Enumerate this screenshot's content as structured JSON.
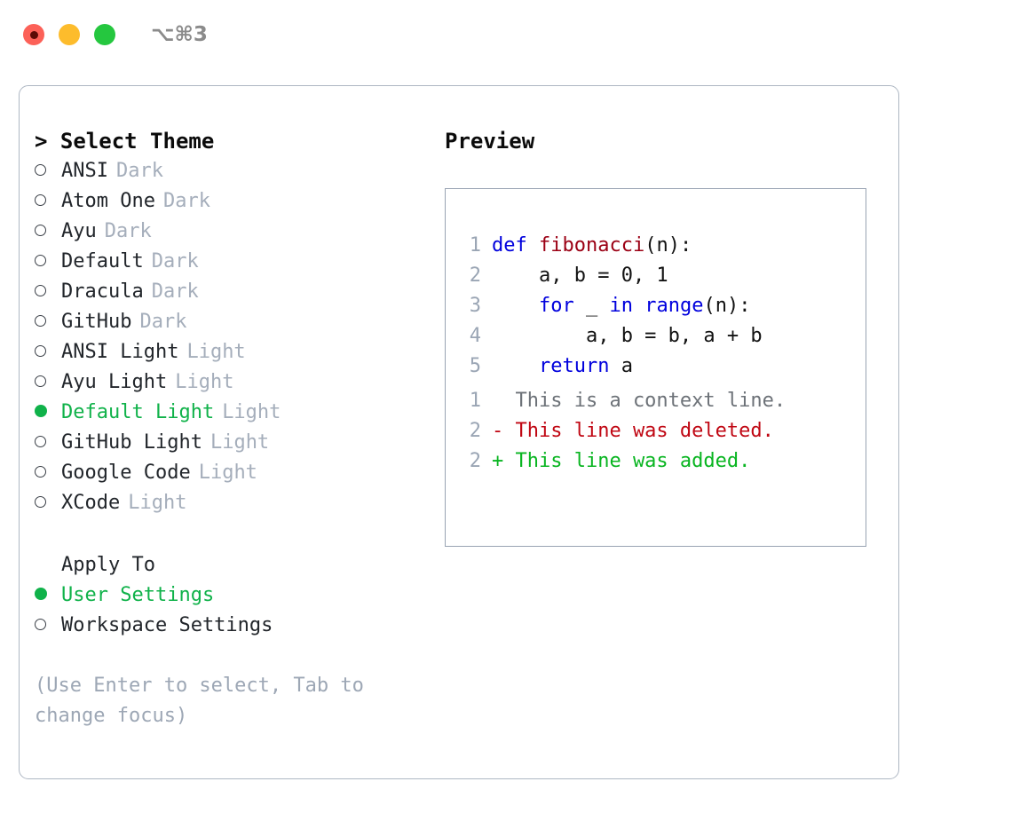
{
  "window": {
    "shortcut": "⌥⌘3",
    "traffic_lights": [
      {
        "name": "close-button",
        "color": "#fc6158"
      },
      {
        "name": "minimize-button",
        "color": "#fdbc2c"
      },
      {
        "name": "maximize-button",
        "color": "#25c73f"
      }
    ]
  },
  "theme_selector": {
    "header": "> Select Theme",
    "options": [
      {
        "name": "ANSI",
        "category": "Dark",
        "selected": false
      },
      {
        "name": "Atom One",
        "category": "Dark",
        "selected": false
      },
      {
        "name": "Ayu",
        "category": "Dark",
        "selected": false
      },
      {
        "name": "Default",
        "category": "Dark",
        "selected": false
      },
      {
        "name": "Dracula",
        "category": "Dark",
        "selected": false
      },
      {
        "name": "GitHub",
        "category": "Dark",
        "selected": false
      },
      {
        "name": "ANSI Light",
        "category": "Light",
        "selected": false
      },
      {
        "name": "Ayu Light",
        "category": "Light",
        "selected": false
      },
      {
        "name": "Default Light",
        "category": "Light",
        "selected": true
      },
      {
        "name": "GitHub Light",
        "category": "Light",
        "selected": false
      },
      {
        "name": "Google Code",
        "category": "Light",
        "selected": false
      },
      {
        "name": "XCode",
        "category": "Light",
        "selected": false
      }
    ]
  },
  "apply_to": {
    "header": "Apply To",
    "options": [
      {
        "name": "User Settings",
        "selected": true
      },
      {
        "name": "Workspace Settings",
        "selected": false
      }
    ]
  },
  "hint": "(Use Enter to select, Tab to change focus)",
  "preview": {
    "title": "Preview",
    "code_lines": [
      {
        "no": "1",
        "tokens": [
          {
            "t": "def ",
            "k": "kw"
          },
          {
            "t": "fibonacci",
            "k": "fn"
          },
          {
            "t": "(n):",
            "k": "plain"
          }
        ]
      },
      {
        "no": "2",
        "tokens": [
          {
            "t": "    a, b = 0, 1",
            "k": "plain"
          }
        ]
      },
      {
        "no": "3",
        "tokens": [
          {
            "t": "    ",
            "k": "plain"
          },
          {
            "t": "for",
            "k": "kw"
          },
          {
            "t": " _ ",
            "k": "plain"
          },
          {
            "t": "in",
            "k": "kw"
          },
          {
            "t": " ",
            "k": "plain"
          },
          {
            "t": "range",
            "k": "kw"
          },
          {
            "t": "(n):",
            "k": "plain"
          }
        ]
      },
      {
        "no": "4",
        "tokens": [
          {
            "t": "        a, b = b, a + b",
            "k": "plain"
          }
        ]
      },
      {
        "no": "5",
        "tokens": [
          {
            "t": "    ",
            "k": "plain"
          },
          {
            "t": "return",
            "k": "kw"
          },
          {
            "t": " a",
            "k": "plain"
          }
        ]
      }
    ],
    "diff_lines": [
      {
        "no": "1",
        "marker": " ",
        "text": "  This is a context line.",
        "kind": "context"
      },
      {
        "no": "2",
        "marker": "-",
        "text": "- This line was deleted.",
        "kind": "del"
      },
      {
        "no": "2",
        "marker": "+",
        "text": "+ This line was added.",
        "kind": "add"
      }
    ]
  },
  "colors": {
    "selected_green": "#10b24a",
    "muted_gray": "#a5aebb",
    "keyword_blue": "#0000dd",
    "function_red": "#9b0014",
    "diff_delete": "#c00713",
    "diff_add": "#09b521",
    "panel_border": "#aeb7c3"
  }
}
